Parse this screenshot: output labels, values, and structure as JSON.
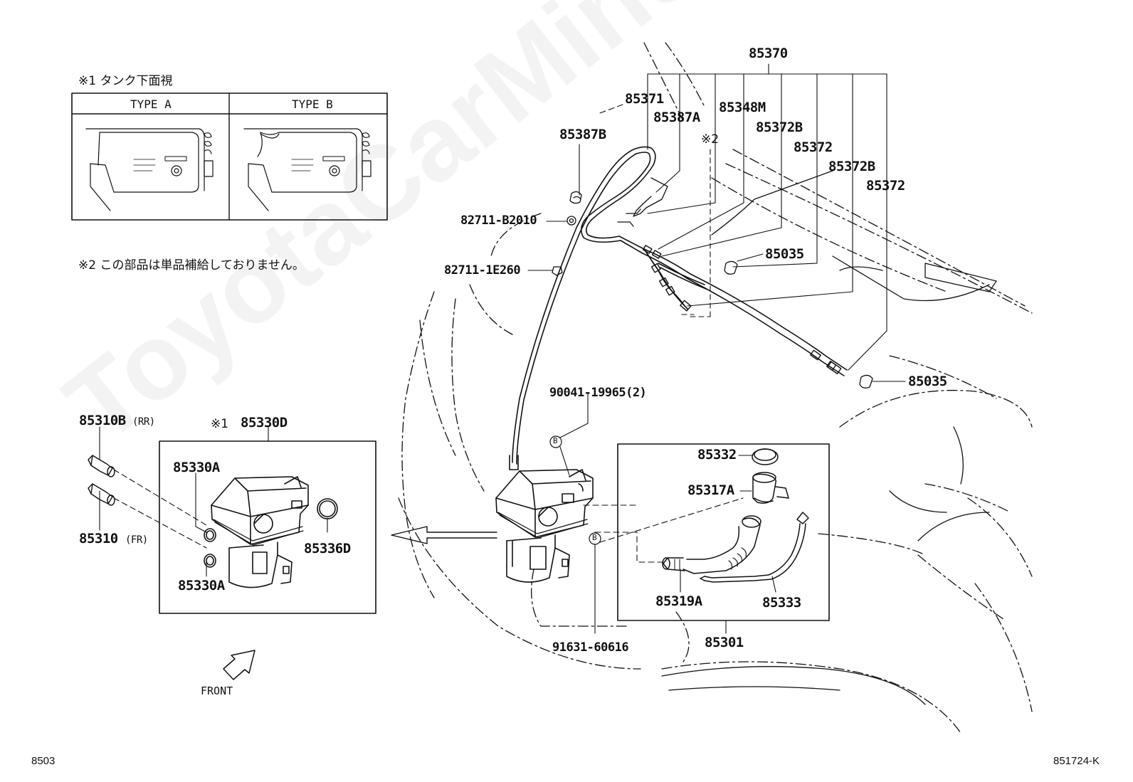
{
  "watermark": "ToyotaCarMine.ru",
  "notes": {
    "note1": "※1  タンク下面視",
    "note2": "※2 この部品は単品補給しておりません。"
  },
  "inset_table": {
    "type_a": "TYPE A",
    "type_b": "TYPE B"
  },
  "labels": {
    "p85370": "85370",
    "p85371": "85371",
    "p85387A": "85387A",
    "p85348M": "85348M",
    "p85372B_1": "85372B",
    "p85372_1": "85372",
    "p85372B_2": "85372B",
    "p85372_2": "85372",
    "p85387B": "85387B",
    "mark2": "※2",
    "p82711B2010": "82711-B2010",
    "p82711E260": "82711-1E260",
    "p85035_1": "85035",
    "p85035_2": "85035",
    "p9004119965": "90041-19965(2)",
    "mark1": "※1",
    "p85330D": "85330D",
    "p85310B": "85310B",
    "rr": "(RR)",
    "p85310": "85310",
    "fr": "(FR)",
    "p85330A_1": "85330A",
    "p85330A_2": "85330A",
    "p85336D": "85336D",
    "p85332": "85332",
    "p85317A": "85317A",
    "p85319A": "85319A",
    "p85333": "85333",
    "p85301": "85301",
    "p9163160616": "91631-60616",
    "ref_b": "B"
  },
  "front_label": "FRONT",
  "footer": {
    "left_code": "8503",
    "right_code": "851724-K"
  }
}
